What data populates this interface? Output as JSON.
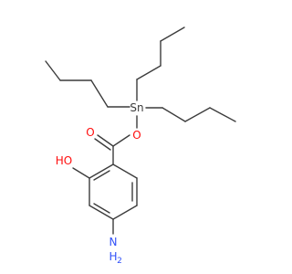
{
  "molecule": {
    "atoms": {
      "tin": "Sn",
      "ester_oxygen": "O",
      "carbonyl_oxygen": "O",
      "hydroxyl": "HO",
      "amino_n": "N",
      "amino_h2": "H"
    },
    "colors": {
      "bond": "#3c3c3c",
      "tin": "#3c3c3c",
      "oxygen": "#ff0d0d",
      "nitrogen": "#3050f8",
      "carbon": "#3c3c3c"
    }
  }
}
